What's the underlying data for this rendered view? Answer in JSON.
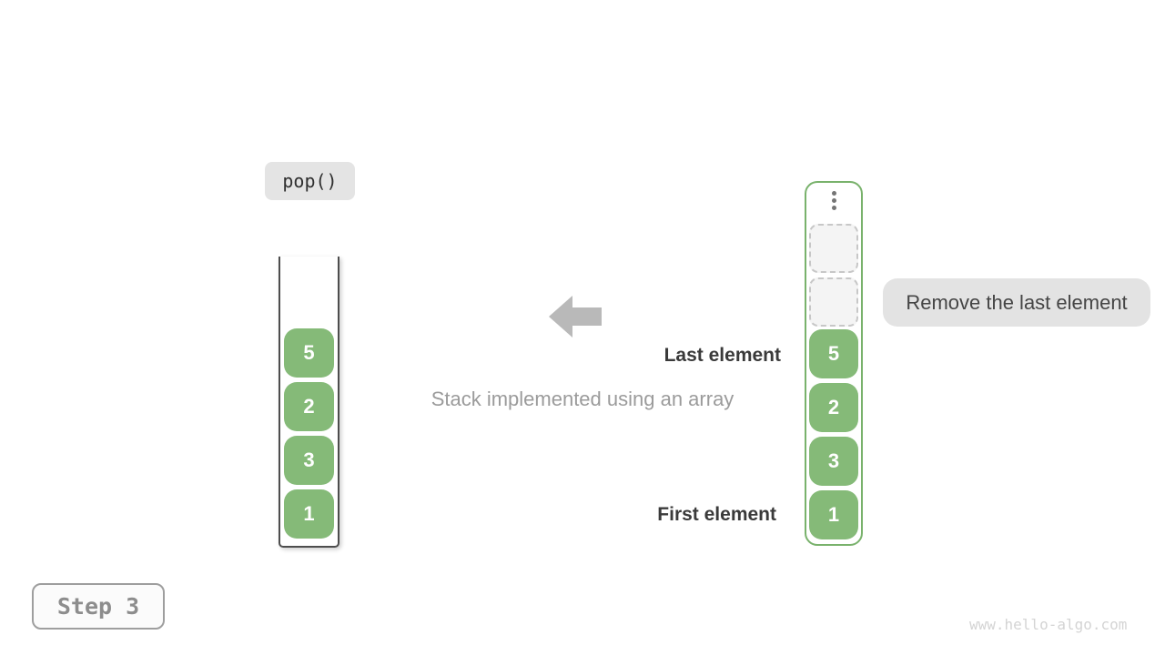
{
  "operation": {
    "label": "pop()"
  },
  "step": {
    "label": "Step 3"
  },
  "caption": "Stack implemented using an array",
  "tooltip": "Remove the last element",
  "annotations": {
    "last_element": "Last element",
    "first_element": "First element"
  },
  "stack": {
    "values": [
      "5",
      "2",
      "3",
      "1"
    ]
  },
  "array": {
    "ellipsis_icon": "vertical-ellipsis",
    "empty_slots": 2,
    "values": [
      "5",
      "2",
      "3",
      "1"
    ]
  },
  "watermark": "www.hello-algo.com",
  "colors": {
    "cell-green": "#85ba78",
    "container-green": "#79b26c",
    "arrow-gray": "#b9b9b9",
    "label-bg": "#e4e4e4",
    "tooltip-bg": "#e3e3e3"
  }
}
